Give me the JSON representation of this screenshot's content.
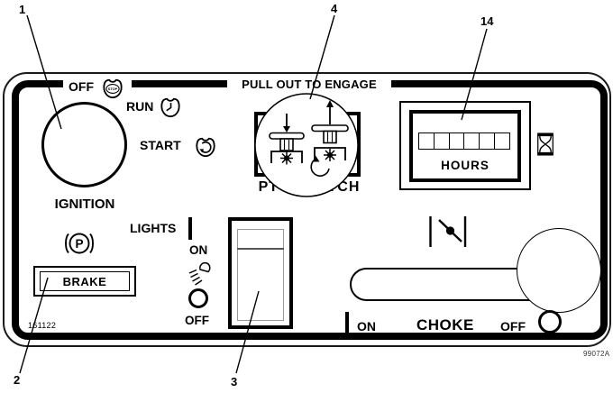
{
  "figure": {
    "callouts": {
      "c1": "1",
      "c2": "2",
      "c3": "3",
      "c4": "4",
      "c14": "14"
    },
    "part_number": "161122",
    "figure_code": "99072A"
  },
  "panel": {
    "engage_instruction": "PULL OUT TO ENGAGE",
    "ignition": {
      "label": "IGNITION",
      "positions": [
        {
          "label": "OFF",
          "icon": "key-stop-icon",
          "key_text": "STOP"
        },
        {
          "label": "RUN",
          "icon": "key-run-icon"
        },
        {
          "label": "START",
          "icon": "key-start-icon"
        }
      ]
    },
    "pto": {
      "label": "PTO CLUTCH",
      "icons": [
        "pto-push-disengage-icon",
        "pto-pull-engage-icon",
        "blade-rotation-icon"
      ]
    },
    "hours": {
      "label": "HOURS",
      "digit_cells": 6,
      "icon": "hourglass-icon"
    },
    "brake": {
      "label": "BRAKE",
      "parking_symbol": "P",
      "icon": "parking-brake-icon"
    },
    "lights": {
      "label": "LIGHTS",
      "on": "ON",
      "off": "OFF",
      "icons": [
        "on-bar-icon",
        "headlight-icon",
        "off-circle-icon"
      ]
    },
    "choke": {
      "label": "CHOKE",
      "on": "ON",
      "off": "OFF",
      "icon": "choke-plate-icon"
    }
  },
  "colors": {
    "line": "#000000",
    "background": "#ffffff",
    "switch_inner": "#999999"
  }
}
